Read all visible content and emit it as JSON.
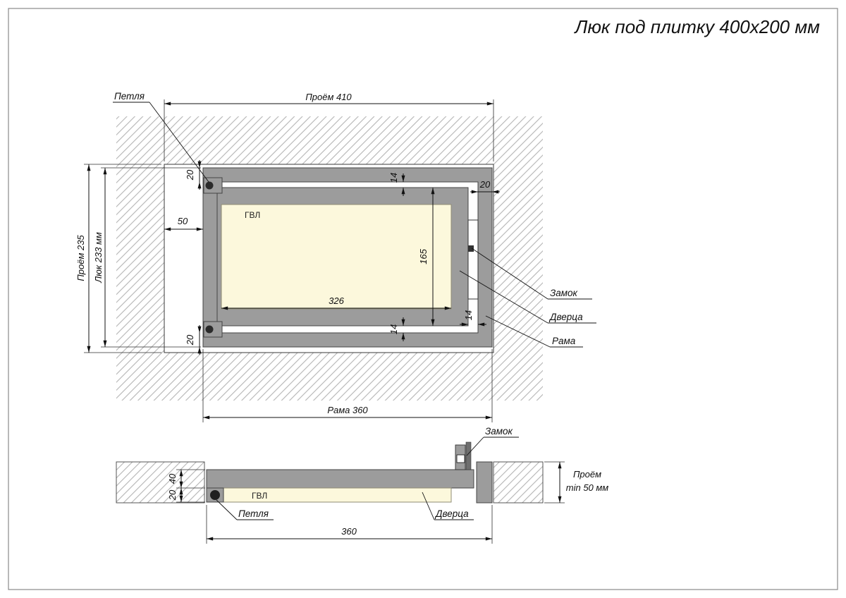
{
  "title": "Люк под плитку 400х200 мм",
  "colors": {
    "frame_gray": "#9c9c9c",
    "panel_cream": "#fcf8dc",
    "hatch": "#b4b4b4",
    "line": "#111111"
  },
  "plan": {
    "dim_opening_width": "Проём 410",
    "dim_opening_height": "Проём 235",
    "dim_hatch_height": "Люк 233 мм",
    "dim_offset_50": "50",
    "dim_20_top_left": "20",
    "dim_20_top_right": "20",
    "dim_20_bottom_left": "20",
    "dim_gap_14_top": "14",
    "dim_gap_14_bottom": "14",
    "dim_gap_14_right": "14",
    "dim_door_height": "165",
    "dim_panel_width": "326",
    "dim_frame_width": "Рама 360",
    "label_hinge": "Петля",
    "label_lock": "Замок",
    "label_door": "Дверца",
    "label_frame": "Рама",
    "label_panel": "ГВЛ"
  },
  "section": {
    "dim_thickness_40": "40",
    "dim_thickness_20": "20",
    "dim_length_360": "360",
    "dim_depth_line1": "Проём",
    "dim_depth_line2": "min 50 мм",
    "label_lock": "Замок",
    "label_hinge": "Петля",
    "label_door": "Дверца",
    "label_panel": "ГВЛ"
  }
}
